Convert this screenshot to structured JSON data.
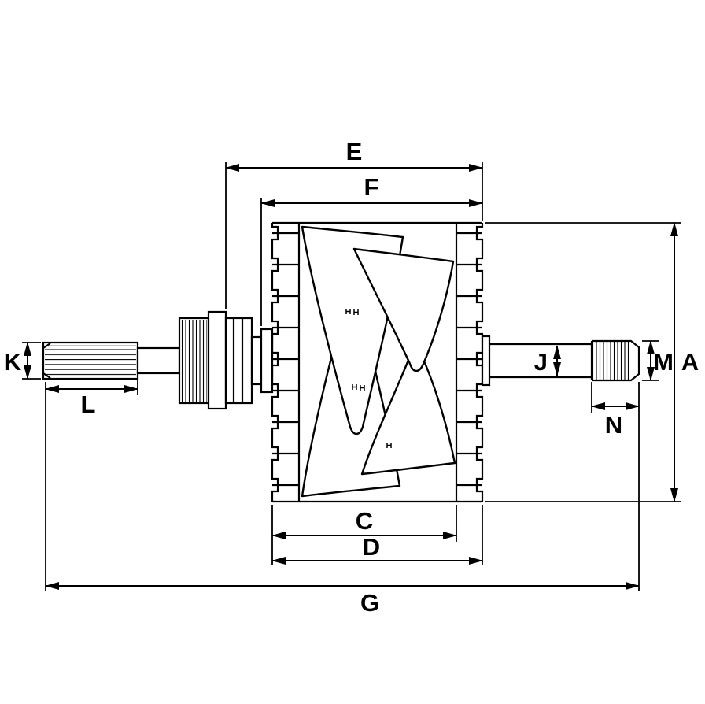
{
  "figure": {
    "type": "technical-drawing",
    "subject": "Alternator rotor dimensional line drawing",
    "background_color": "#ffffff",
    "line_color": "#000000",
    "label_color": "#000000"
  },
  "dimension_labels": {
    "e": "E",
    "f": "F",
    "a": "A",
    "m": "M",
    "j": "J",
    "n": "N",
    "k": "K",
    "l": "L",
    "c": "C",
    "d": "D",
    "g": "G"
  }
}
